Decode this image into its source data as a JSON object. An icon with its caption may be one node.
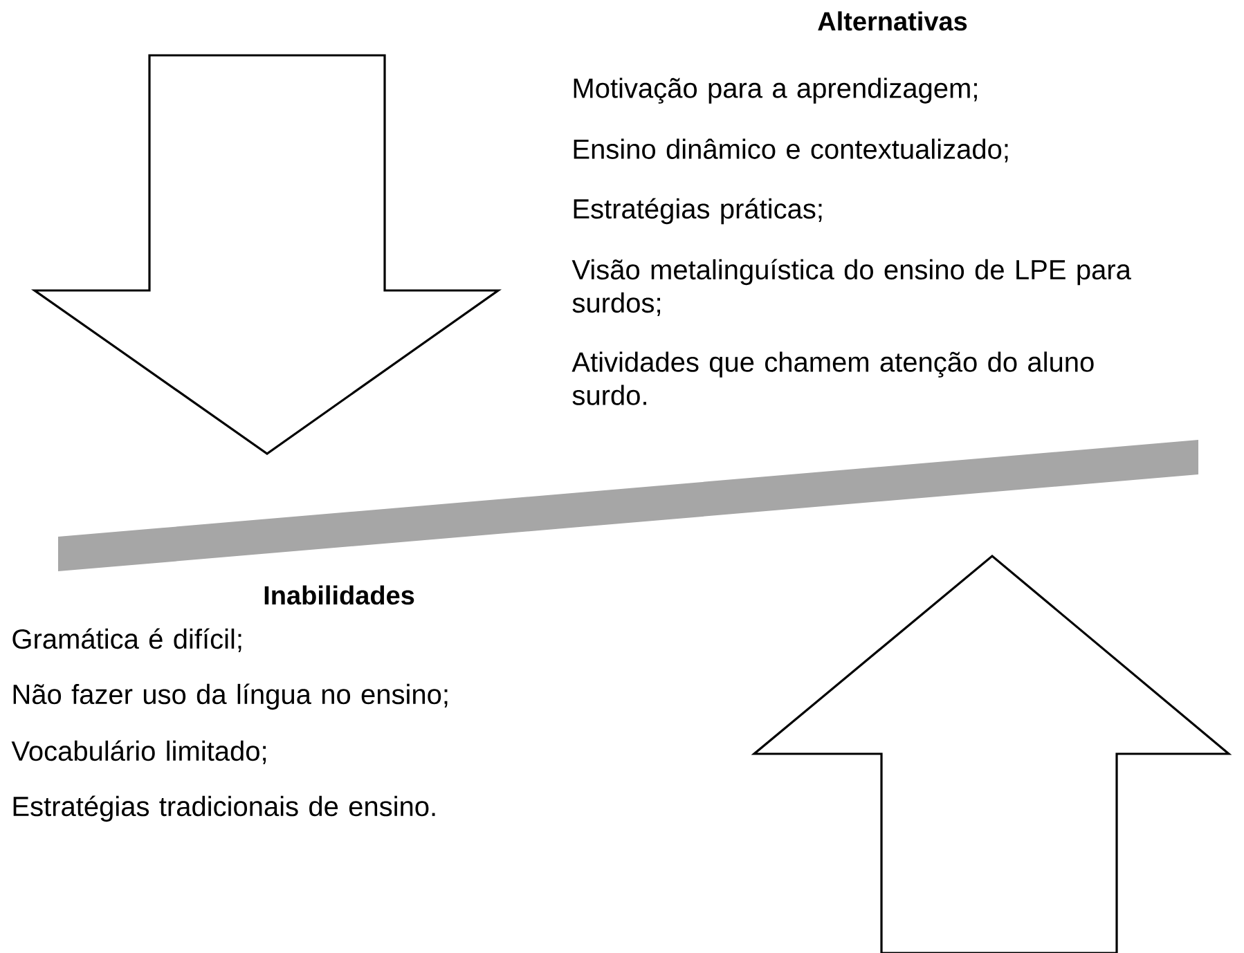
{
  "diagram": {
    "labels": [
      "Alternativas",
      "Motivação para a aprendizagem;",
      "Ensino dinâmico e contextualizado;",
      "Estratégias práticas;",
      "Visão metalinguística do ensino de LPE para surdos;",
      "Atividades que chamem atenção do aluno surdo.",
      "Inabilidades",
      "Gramática é difícil;",
      "Não fazer uso da língua no ensino;",
      "Vocabulário limitado;",
      "Estratégias tradicionais de ensino."
    ]
  }
}
